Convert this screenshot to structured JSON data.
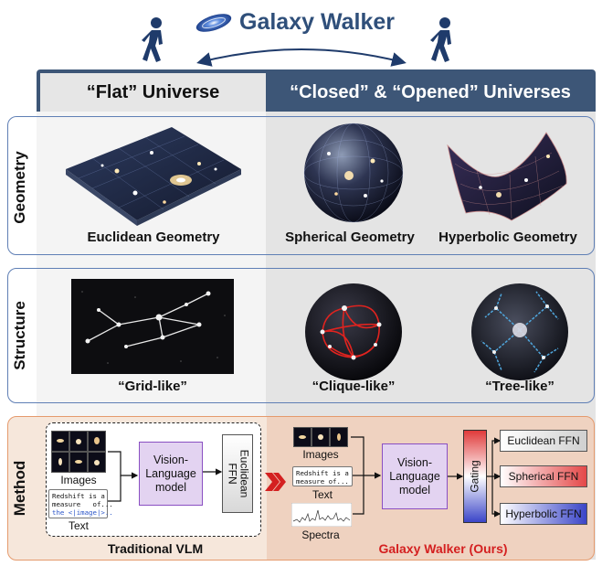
{
  "header": {
    "title": "Galaxy Walker",
    "flat_universe": "“Flat” Universe",
    "closed_opened": "“Closed” & “Opened” Universes"
  },
  "rows": {
    "geometry": {
      "label": "Geometry",
      "items": [
        "Euclidean Geometry",
        "Spherical Geometry",
        "Hyperbolic Geometry"
      ]
    },
    "structure": {
      "label": "Structure",
      "items": [
        "“Grid-like”",
        "“Clique-like”",
        "“Tree-like”"
      ]
    },
    "method": {
      "label": "Method",
      "traditional": {
        "images": "Images",
        "text": "Text",
        "code_line1": "Redshift is a",
        "code_line2": "measure   of...",
        "code_line3": "the <|image|>..",
        "vlm_line1": "Vision-",
        "vlm_line2": "Language",
        "vlm_line3": "model",
        "ffn_line1": "Euclidean",
        "ffn_line2": "FFN",
        "caption": "Traditional VLM"
      },
      "ours": {
        "images": "Images",
        "text": "Text",
        "spectra": "Spectra",
        "code_line1": "Redshift is a",
        "code_line2": "measure of...",
        "vlm_line1": "Vision-",
        "vlm_line2": "Language",
        "vlm_line3": "model",
        "gating": "Gating",
        "ffn_euclidean": "Euclidean FFN",
        "ffn_spherical": "Spherical FFN",
        "ffn_hyperbolic": "Hyperbolic FFN",
        "caption": "Galaxy Walker (Ours)"
      }
    }
  },
  "colors": {
    "title": "#2f4f7a",
    "header_bar": "#3d5677",
    "panel_border": "#5f7fb5",
    "method_border": "#e59a6d",
    "vlm_fill": "#e3d3f1",
    "vlm_border": "#8a4fc2",
    "ours_caption": "#d42020",
    "arrow_red": "#d42020"
  }
}
